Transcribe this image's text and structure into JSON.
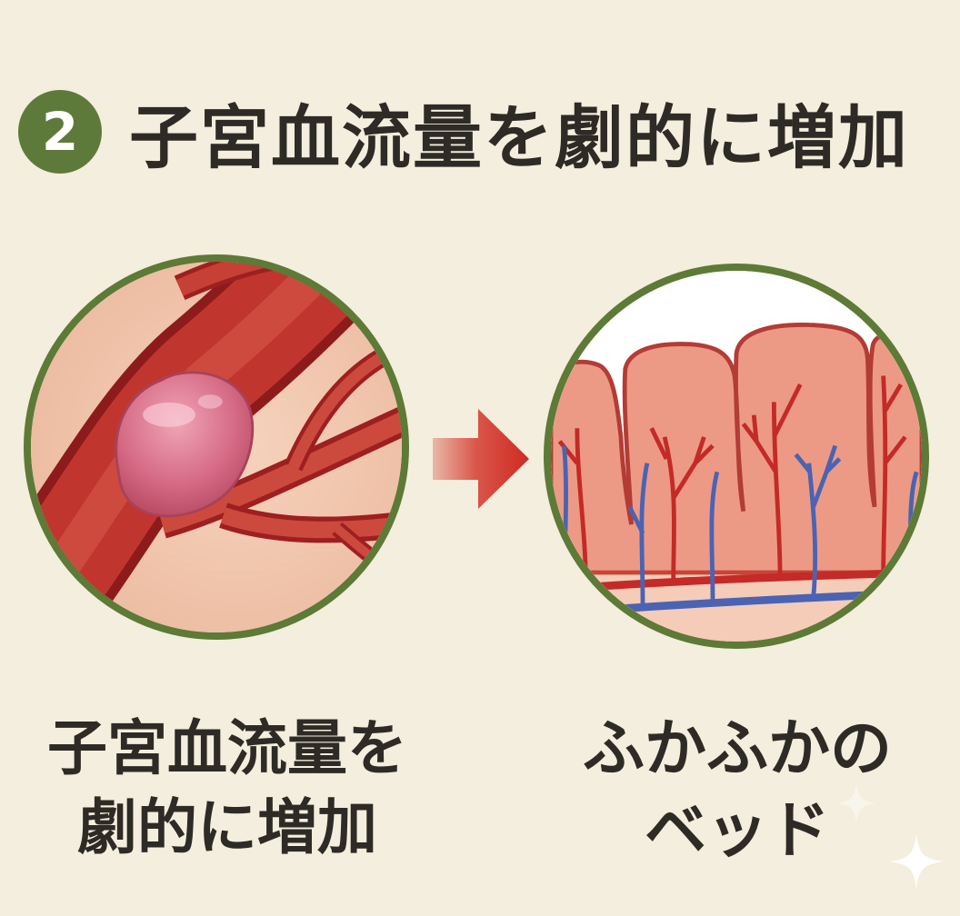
{
  "header": {
    "number": "2",
    "title": "子宮血流量を劇的に増加"
  },
  "left_panel": {
    "caption_line1": "子宮血流量を",
    "caption_line2": "劇的に増加"
  },
  "right_panel": {
    "caption_line1": "ふかふかの",
    "caption_line2": "ベッド"
  },
  "colors": {
    "background": "#f3eedd",
    "accent_green": "#5e7a3a",
    "arrow_red": "#d13a2e",
    "artery_red": "#c42a27",
    "vein_blue": "#4a63b3",
    "text_dark": "#2e2a25"
  },
  "icons": {
    "arrow": "right-arrow-icon",
    "sparkle": "sparkle-icon"
  }
}
